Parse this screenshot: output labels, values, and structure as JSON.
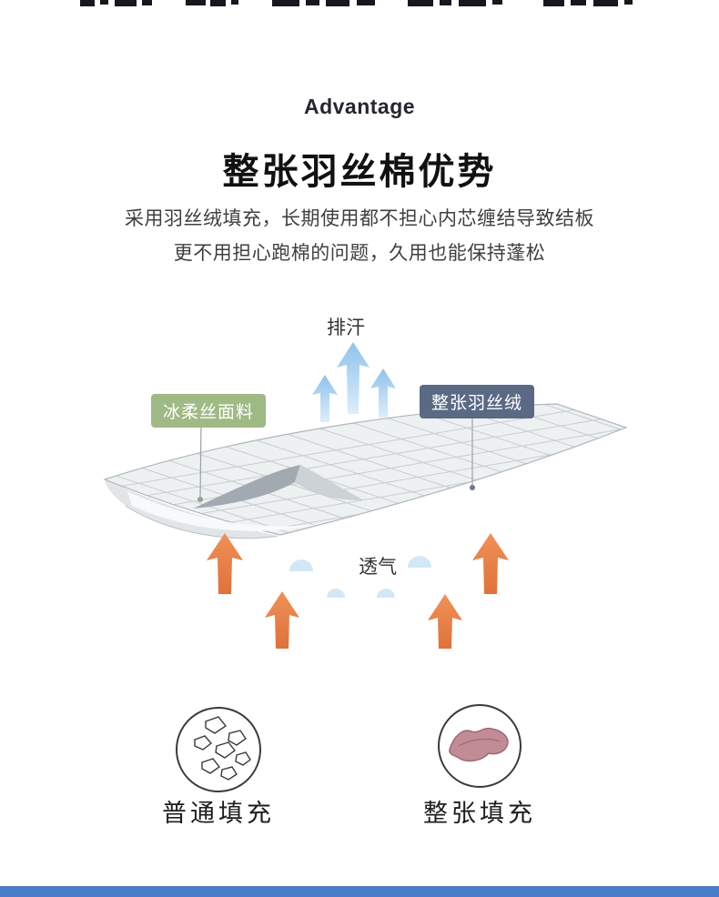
{
  "header": {
    "eyebrow": "Advantage",
    "title": "整张羽丝棉优势",
    "description_lines": [
      "采用羽丝绒填充，长期使用都不担心内芯缠结导致结板",
      "更不用担心跑棉的问题，久用也能保持蓬松"
    ]
  },
  "diagram": {
    "sweat_label": "排汗",
    "fabric_tag": "冰柔丝面料",
    "filling_tag": "整张羽丝绒",
    "breathable_label": "透气"
  },
  "comparison": {
    "ordinary_label": "普通填充",
    "whole_sheet_label": "整张填充"
  },
  "colors": {
    "fabric_tag_bg": "#9fba85",
    "filling_tag_bg": "#5a6a85",
    "blue_arrow_top": "#8fc2ec",
    "blue_arrow_bottom": "#dceefb",
    "orange_arrow_top": "#ef9158",
    "orange_arrow_bottom": "#e0713a",
    "bubble": "#d3e8f7",
    "whole_sheet_icon": "#c18c96",
    "footer_bar": "#4a7cc7"
  }
}
